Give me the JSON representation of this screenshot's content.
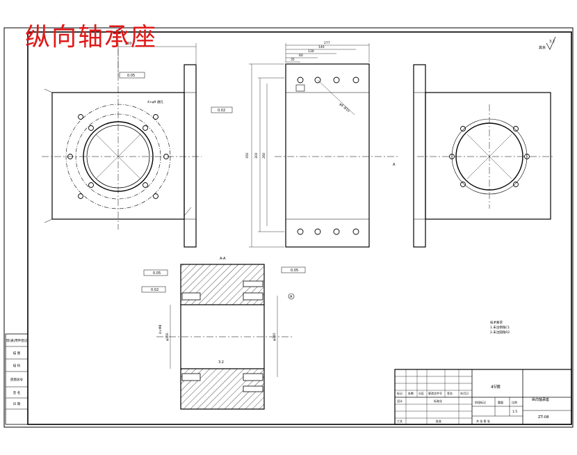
{
  "title": "纵向轴承座",
  "roughness": {
    "symbol_value": "3.2",
    "other_note": "其余"
  },
  "dimensions": {
    "front_top": "200",
    "top_total": "277",
    "top_d2": "140",
    "top_d3": "130",
    "top_d4": "60",
    "top_d5": "35",
    "side_height": "350",
    "side_inner": "300",
    "side_inner2": "260",
    "section_bore": "φ160",
    "section_outer": "φ240",
    "section_thread": "4×M8",
    "hole_note": "4×φ9 通孔",
    "hole_note2": "φ9 深10"
  },
  "gd_t": {
    "frame1": "0.05",
    "frame2": "0.02",
    "frame3": "0.05",
    "frame4": "0.02",
    "datum": "A"
  },
  "section_label": "A-A",
  "tech_notes": [
    "技术要求",
    "1.未注倒角C1",
    "2.未注圆角R2"
  ],
  "side_labels": [
    "借(通)用件登记",
    "描 图",
    "描 校",
    "底图总号",
    "签 名",
    "日 期"
  ],
  "title_block": {
    "material": "45钢",
    "part_name": "纵向轴承座",
    "drawing_no": "ZT-08",
    "scale": "1:5",
    "stage_mark": "阶段标记",
    "weight": "重量",
    "ratio": "比例",
    "sheet_info": "共 张 第 张",
    "designer": "设计",
    "standardize": "标准化",
    "craft": "工艺",
    "approve": "批准",
    "mark": "标记",
    "count": "处数",
    "region": "分区",
    "change_doc": "更改文件号",
    "signature": "签名",
    "date": "年月日"
  }
}
